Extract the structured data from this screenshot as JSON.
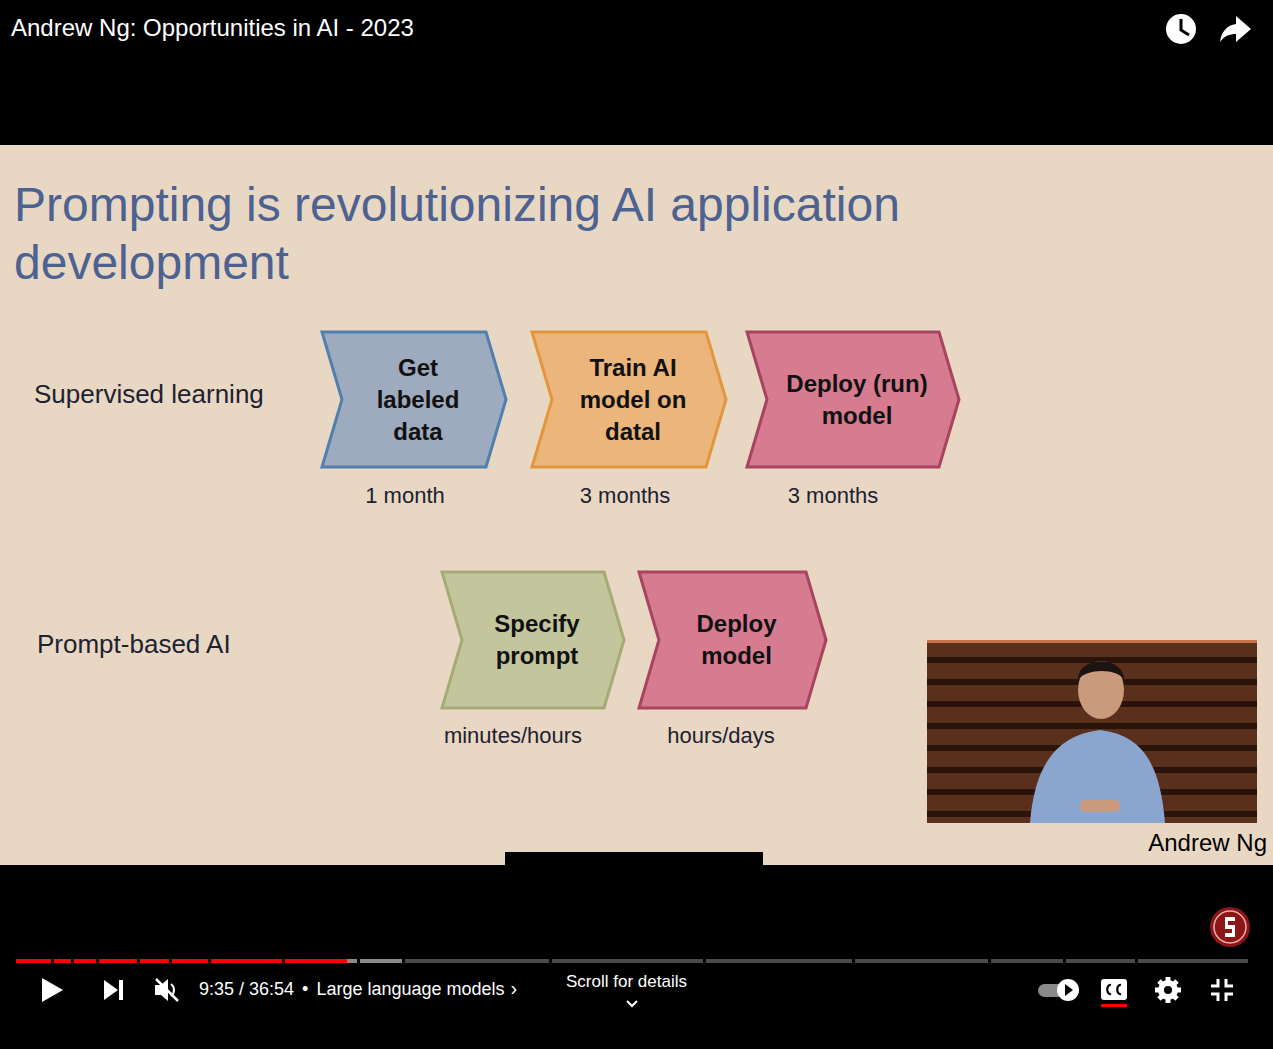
{
  "diagram": {
    "title": "Prompting is revolutionizing AI application development",
    "nodes": [
      {
        "text": [
          "Get labeled data"
        ]
      },
      {
        "text": [
          "Train AI model on datal"
        ]
      },
      {
        "text": [
          "Deploy (run) model"
        ]
      },
      {
        "text": [
          "Specify prompt"
        ]
      },
      {
        "text": [
          "Deploy model"
        ]
      }
    ],
    "labels": [
      "Andrew Ng: Opportunities in AI - 2023",
      "Supervised learning",
      "1 month",
      "3 months",
      "3 months",
      "Prompt-based AI",
      "minutes/hours",
      "hours/days",
      "Andrew Ng",
      "9:35 / 36:54",
      "•",
      "Large language models",
      "›",
      "Scroll for details"
    ]
  }
}
